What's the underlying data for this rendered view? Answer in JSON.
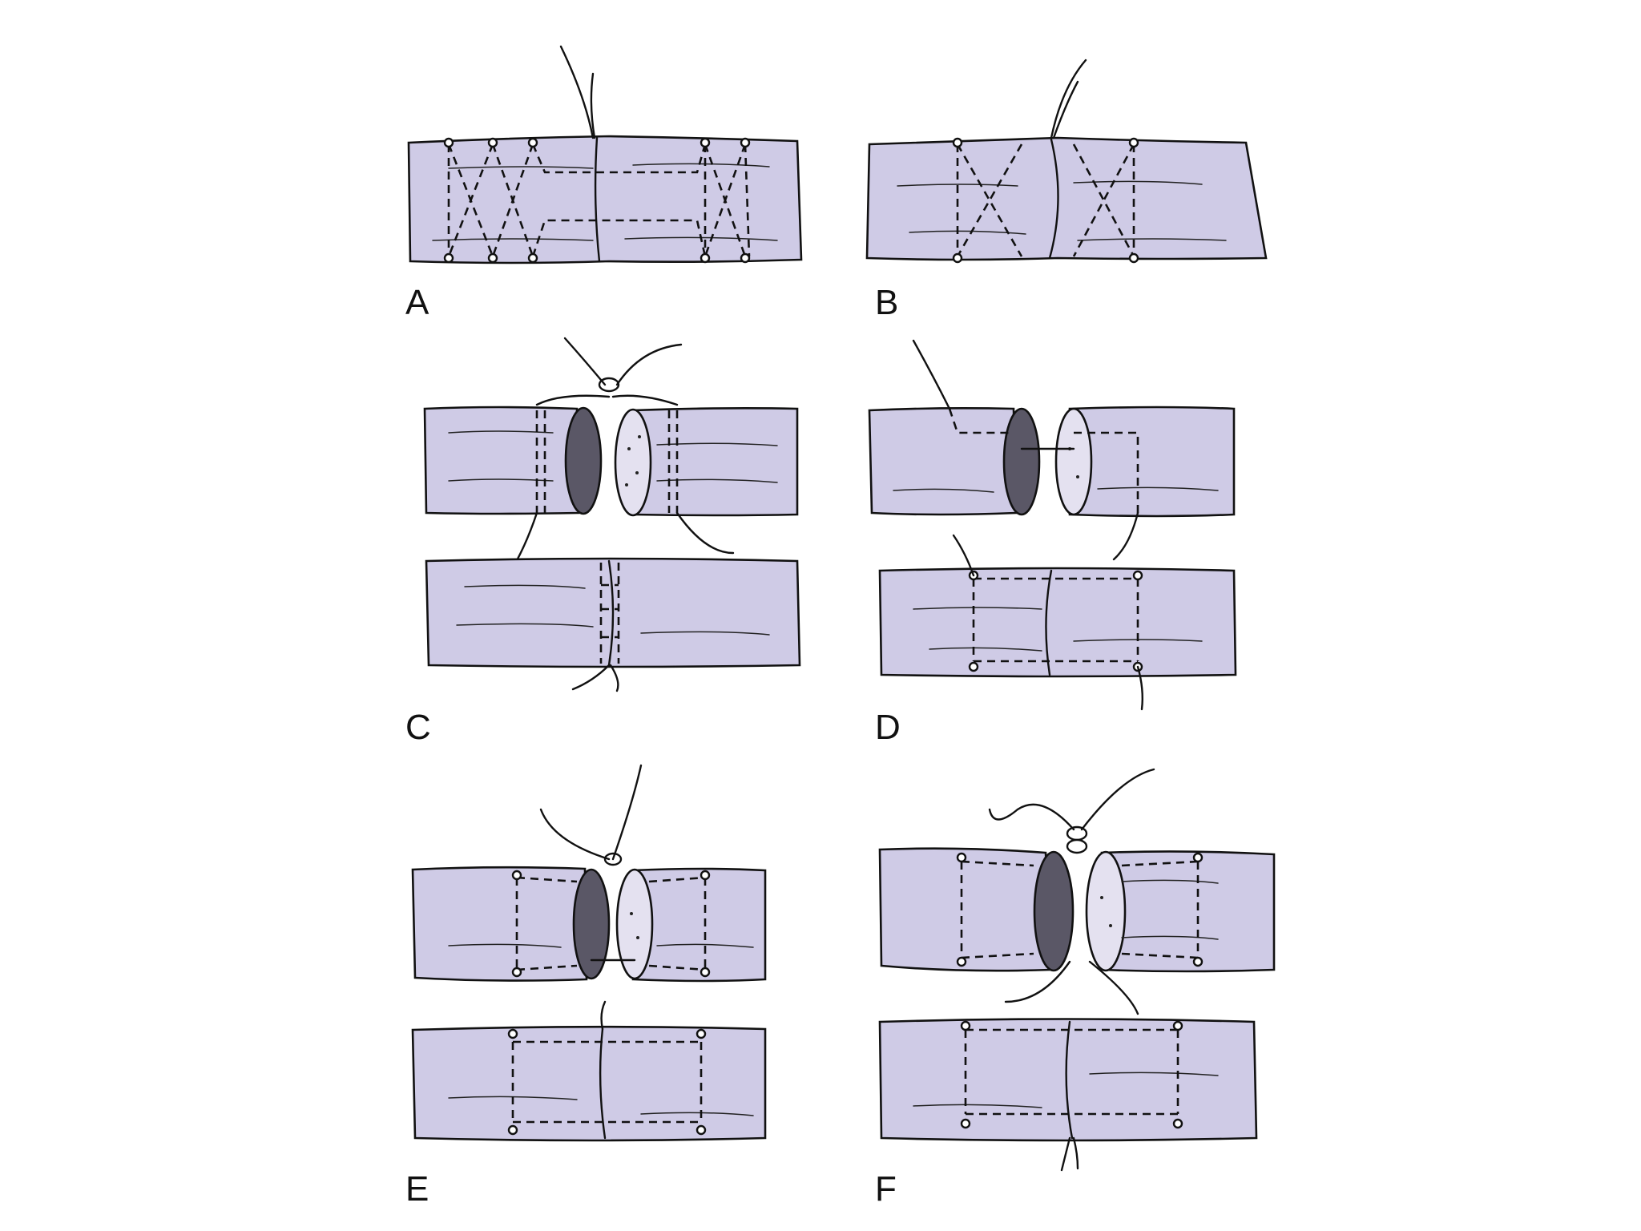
{
  "figure": {
    "panels": [
      {
        "id": "A",
        "label": "A"
      },
      {
        "id": "B",
        "label": "B"
      },
      {
        "id": "C",
        "label": "C"
      },
      {
        "id": "D",
        "label": "D"
      },
      {
        "id": "E",
        "label": "E"
      },
      {
        "id": "F",
        "label": "F"
      }
    ],
    "colors": {
      "tendon_fill": "#cfcbe6",
      "outline": "#111111",
      "cut_surface_dark": "#5a5766",
      "cut_surface_light": "#e4e1f0"
    }
  }
}
